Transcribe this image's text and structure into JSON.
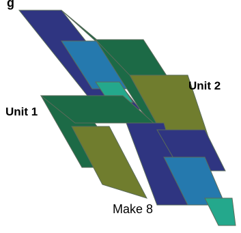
{
  "labels": {
    "top": "g",
    "unit1": "Unit 1",
    "unit2": "Unit 2",
    "make": "Make 8"
  },
  "colors": {
    "navy": "#2f3581",
    "green": "#1c6a46",
    "olive": "#707d2e",
    "blue": "#2579ae",
    "teal": "#24a88c",
    "stroke": "#5a6b5a"
  }
}
